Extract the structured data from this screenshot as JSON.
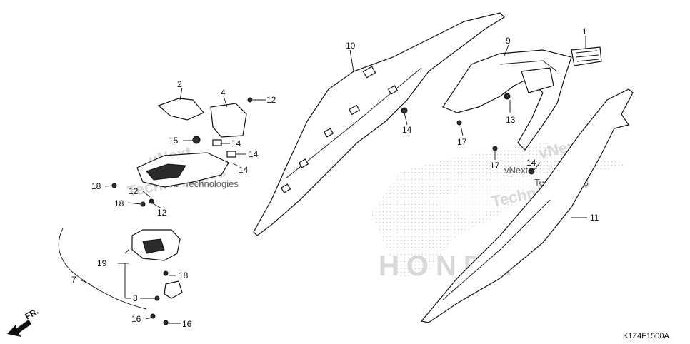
{
  "diagram": {
    "figure_code": "K1Z4F1500A",
    "direction_label": "FR.",
    "callouts": [
      "1",
      "2",
      "4",
      "12",
      "15",
      "14",
      "14",
      "14",
      "18",
      "18",
      "12",
      "12",
      "10",
      "9",
      "13",
      "14",
      "17",
      "17",
      "14",
      "11",
      "19",
      "18",
      "7",
      "8",
      "16",
      "16"
    ],
    "watermark": {
      "brand_left": "vNext",
      "brand_right": "Technologies",
      "logo_text": "HONDA"
    }
  }
}
